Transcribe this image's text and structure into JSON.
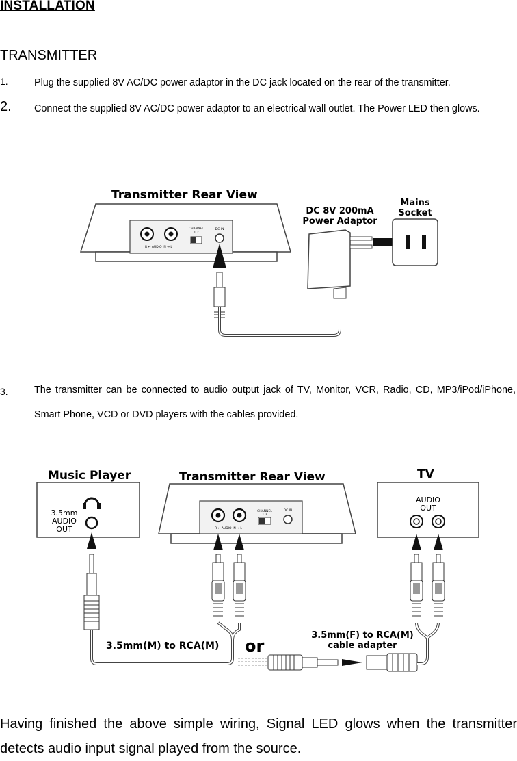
{
  "heading": "INSTALLATION",
  "subheading": "TRANSMITTER",
  "steps": [
    {
      "num": "1.",
      "text": "Plug the supplied 8V AC/DC power adaptor in the DC jack located on the rear of the transmitter."
    },
    {
      "num": "2.",
      "text": "Connect the supplied 8V AC/DC power adaptor to an electrical wall outlet.  The Power LED then glows."
    },
    {
      "num": "3.",
      "text": "The transmitter can be connected to audio output jack of TV, Monitor, VCR, Radio, CD, MP3/iPod/iPhone, Smart Phone, VCD or DVD players with the cables provided."
    }
  ],
  "diagram1": {
    "title": "Transmitter Rear View",
    "adaptor_label_1": "DC 8V 200mA",
    "adaptor_label_2": "Power Adaptor",
    "socket_label_1": "Mains",
    "socket_label_2": "Socket",
    "channel": "CHANNEL",
    "channel_nums": "1   2",
    "dc_in": "DC IN",
    "audio_in": "R ← AUDIO IN → L"
  },
  "diagram2": {
    "music_player": "Music Player",
    "title": "Transmitter Rear View",
    "tv": "TV",
    "audio_out_1": "3.5mm",
    "audio_out_2": "AUDIO",
    "audio_out_3": "OUT",
    "tv_audio_1": "AUDIO",
    "tv_audio_2": "OUT",
    "channel": "CHANNEL",
    "channel_nums": "1   2",
    "dc_in": "DC IN",
    "audio_in": "R ← AUDIO IN → L",
    "cable_label": "3.5mm(M) to RCA(M)",
    "or": "or",
    "adapter_label_1": "3.5mm(F) to RCA(M)",
    "adapter_label_2": "cable adapter"
  },
  "closing": "Having finished the above simple wiring, Signal LED glows when the transmitter detects audio input signal played from the source."
}
